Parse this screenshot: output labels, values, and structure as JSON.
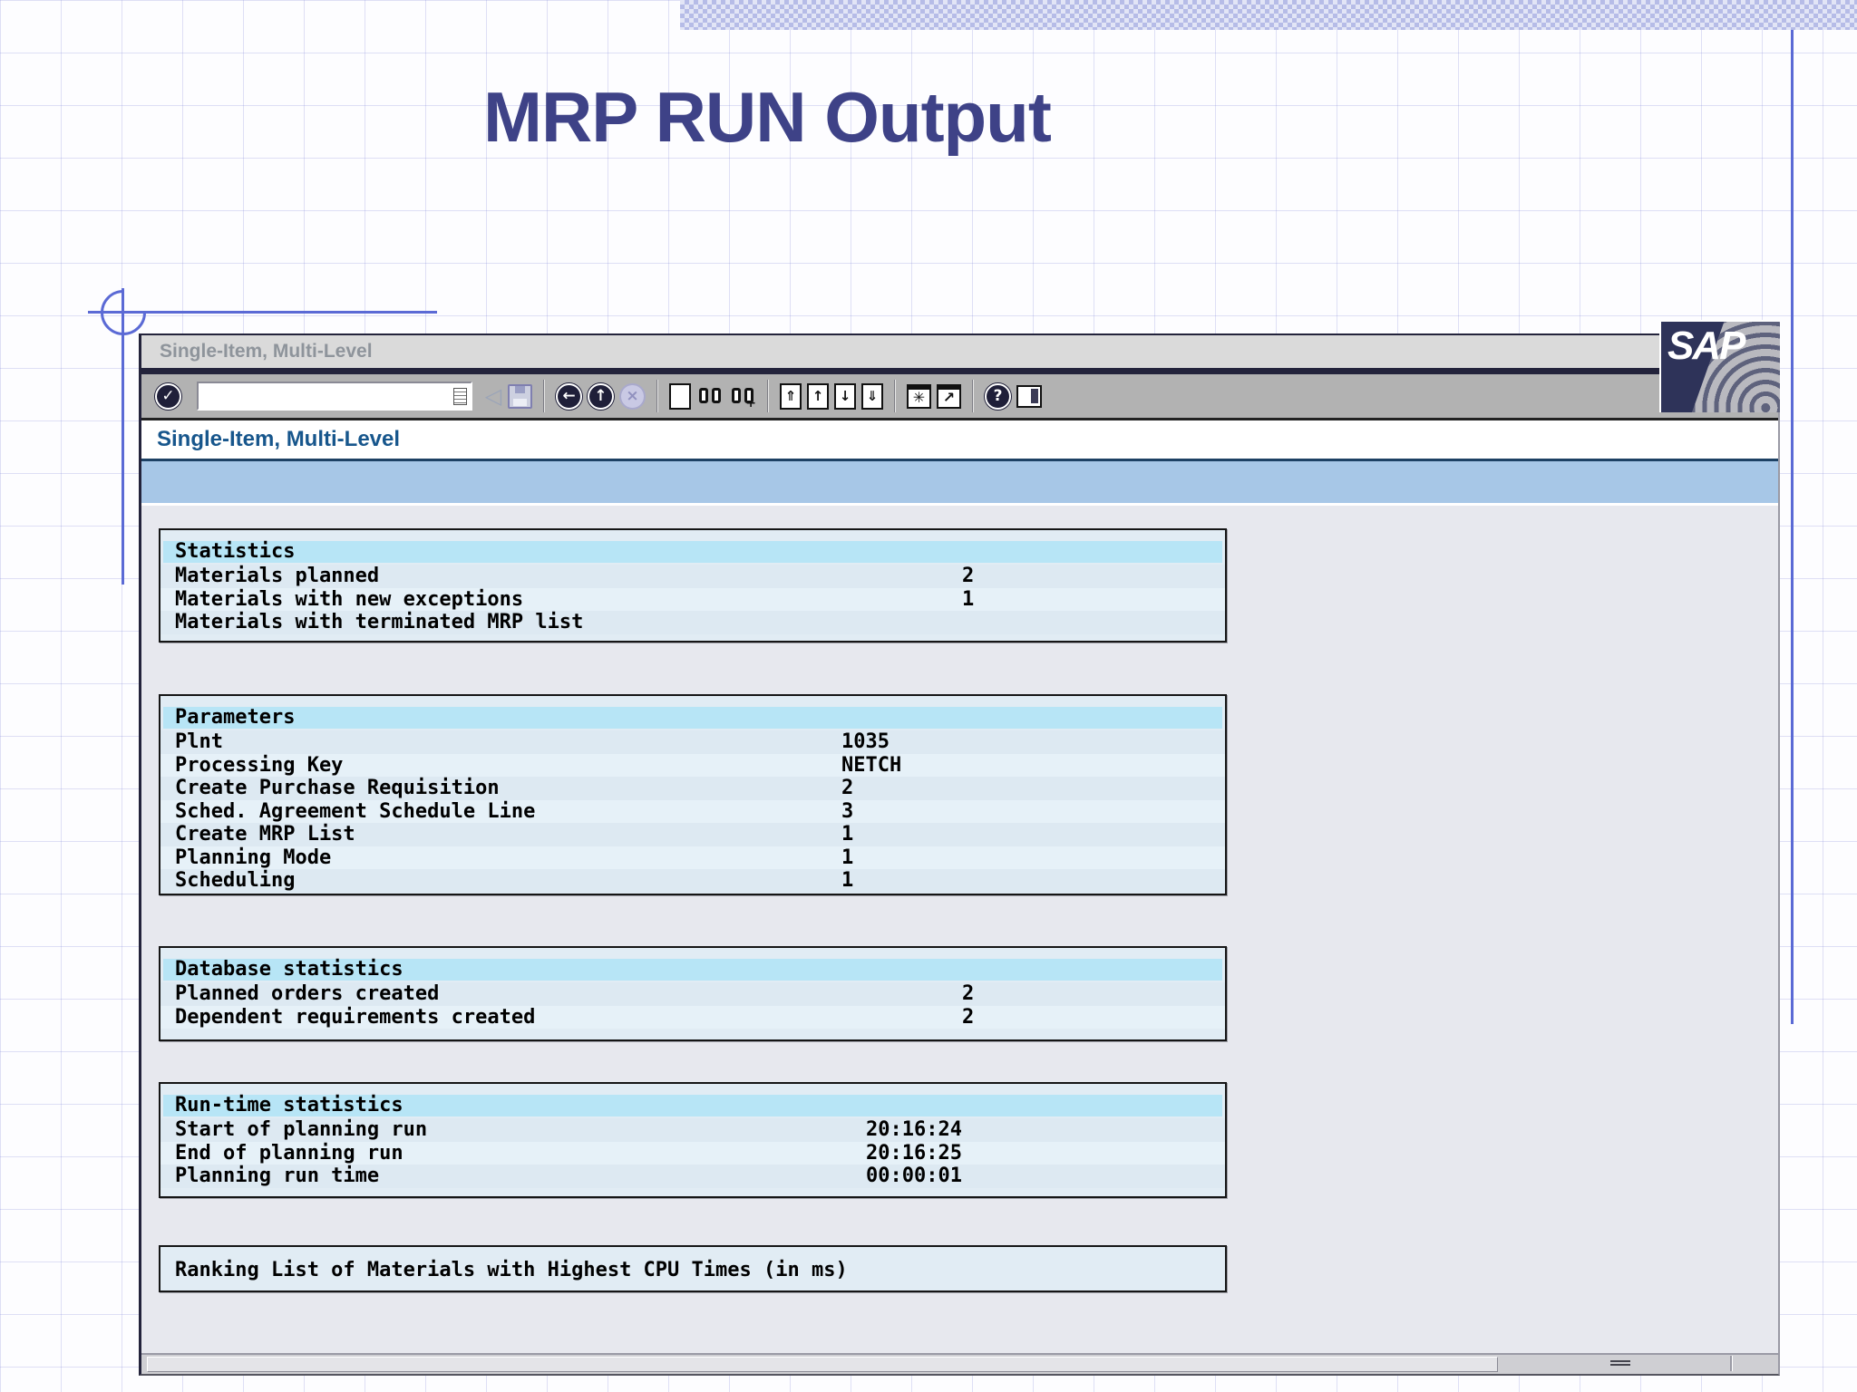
{
  "slide": {
    "title": "MRP RUN Output"
  },
  "colors": {
    "title_text": "#3e4287",
    "ornament_blue": "#5b6ad5",
    "screen_heading_blue": "#17568c",
    "band_blue": "#a7c7e7",
    "section_header_cyan": "#b7e5f6",
    "box_background": "#e1ecf4",
    "logo_navy": "#2e3359"
  },
  "sap": {
    "window_title": "Single-Item, Multi-Level",
    "logo_text": "SAP",
    "screen_heading": "Single-Item, Multi-Level",
    "command_field_value": ""
  },
  "toolbar": {
    "enter": {
      "name": "enter-check-icon",
      "glyph": "✓"
    },
    "icons": [
      {
        "name": "back-triangle-icon",
        "kind": "plain",
        "glyph": "◁"
      },
      {
        "name": "save-icon",
        "kind": "floppy",
        "glyph": ""
      },
      {
        "name": "separator",
        "kind": "sep",
        "glyph": ""
      },
      {
        "name": "back-icon",
        "kind": "circle-dark",
        "glyph": "←"
      },
      {
        "name": "exit-up-icon",
        "kind": "circle-dark",
        "glyph": "↑"
      },
      {
        "name": "cancel-icon",
        "kind": "circle-light",
        "glyph": "×"
      },
      {
        "name": "separator",
        "kind": "sep",
        "glyph": ""
      },
      {
        "name": "print-icon",
        "kind": "page",
        "glyph": ""
      },
      {
        "name": "find-icon",
        "kind": "binoc",
        "glyph": ""
      },
      {
        "name": "find-next-icon",
        "kind": "binocplus",
        "glyph": "+"
      },
      {
        "name": "separator",
        "kind": "sep",
        "glyph": ""
      },
      {
        "name": "first-page-icon",
        "kind": "page",
        "glyph": "⇑"
      },
      {
        "name": "page-up-icon",
        "kind": "page",
        "glyph": "↑"
      },
      {
        "name": "page-down-icon",
        "kind": "page",
        "glyph": "↓"
      },
      {
        "name": "last-page-icon",
        "kind": "page",
        "glyph": "⇓"
      },
      {
        "name": "separator",
        "kind": "sep",
        "glyph": ""
      },
      {
        "name": "create-session-icon",
        "kind": "win",
        "glyph": "✳"
      },
      {
        "name": "shortcut-icon",
        "kind": "win",
        "glyph": "↗"
      },
      {
        "name": "separator",
        "kind": "sep",
        "glyph": ""
      },
      {
        "name": "help-icon",
        "kind": "circle-dark",
        "glyph": "?"
      },
      {
        "name": "customize-icon",
        "kind": "monitor",
        "glyph": ""
      }
    ]
  },
  "sections": [
    {
      "header": "Statistics",
      "rows": [
        {
          "label": "Materials planned",
          "value": "2"
        },
        {
          "label": "Materials with new exceptions",
          "value": "1"
        },
        {
          "label": "Materials with terminated MRP list",
          "value": ""
        }
      ]
    },
    {
      "header": "Parameters",
      "rows": [
        {
          "label": "Plnt",
          "value": "1035"
        },
        {
          "label": "Processing Key",
          "value": "NETCH"
        },
        {
          "label": "Create Purchase Requisition",
          "value": "2"
        },
        {
          "label": "Sched. Agreement Schedule Line",
          "value": "3"
        },
        {
          "label": "Create MRP List",
          "value": "1"
        },
        {
          "label": "Planning Mode",
          "value": "1"
        },
        {
          "label": "Scheduling",
          "value": "1"
        }
      ]
    },
    {
      "header": "Database statistics",
      "rows": [
        {
          "label": "Planned orders created",
          "value": "2"
        },
        {
          "label": "Dependent requirements created",
          "value": "2"
        }
      ]
    },
    {
      "header": "Run-time statistics",
      "rows": [
        {
          "label": "Start of planning run",
          "value": "20:16:24"
        },
        {
          "label": "End of planning run",
          "value": "20:16:25"
        },
        {
          "label": "Planning run time",
          "value": "00:00:01"
        }
      ]
    },
    {
      "header": "Ranking List of Materials with Highest CPU Times (in ms)",
      "rows": []
    }
  ]
}
